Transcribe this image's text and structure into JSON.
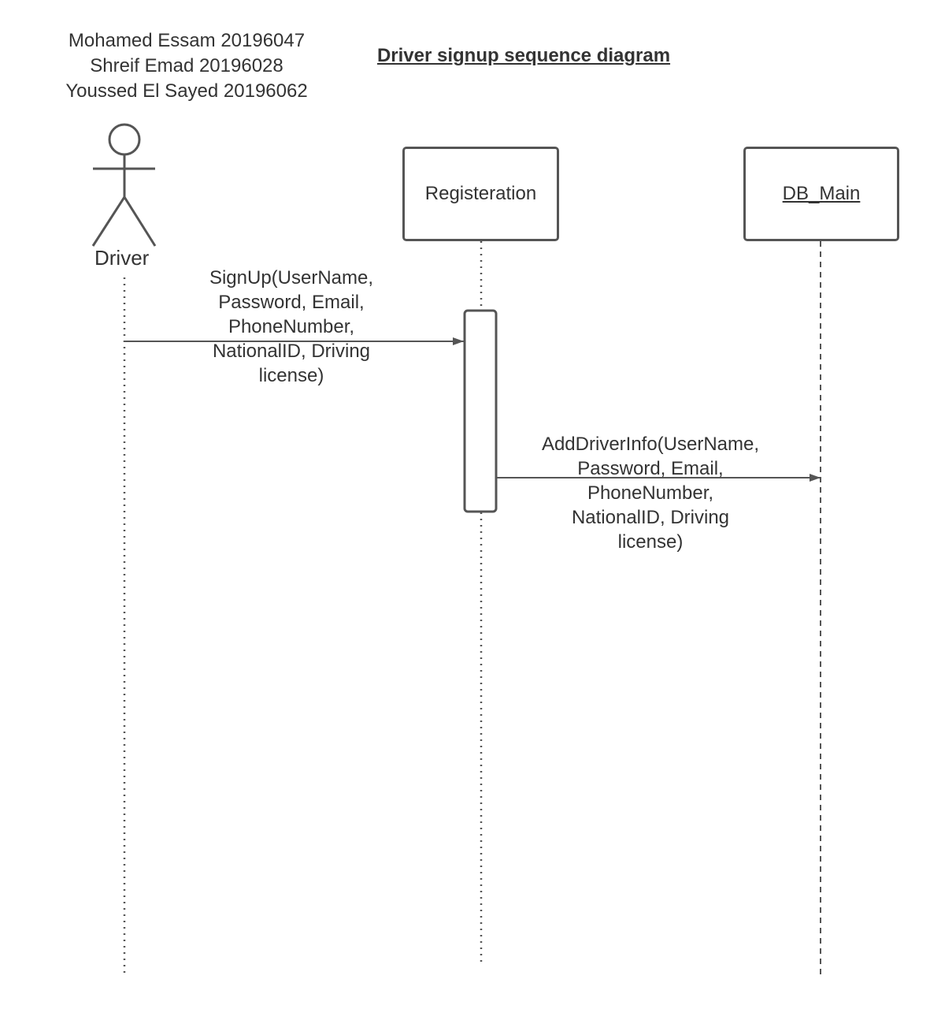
{
  "authors": [
    "Mohamed Essam 20196047",
    "Shreif Emad 20196028",
    "Youssed El Sayed 20196062"
  ],
  "title": "Driver signup sequence diagram",
  "actor": {
    "label": "Driver"
  },
  "lifelines": [
    {
      "label": "Registeration",
      "underlined": false
    },
    {
      "label": "DB_Main",
      "underlined": true
    }
  ],
  "messages": [
    {
      "lines": [
        "SignUp(UserName,",
        "Password, Email,",
        "PhoneNumber,",
        "NationalID, Driving",
        "license)"
      ]
    },
    {
      "lines": [
        "AddDriverInfo(UserName,",
        "Password, Email,",
        "PhoneNumber,",
        "NationalID, Driving",
        "license)"
      ]
    }
  ],
  "colors": {
    "stroke": "#555555",
    "text": "#333333",
    "background": "#ffffff"
  }
}
